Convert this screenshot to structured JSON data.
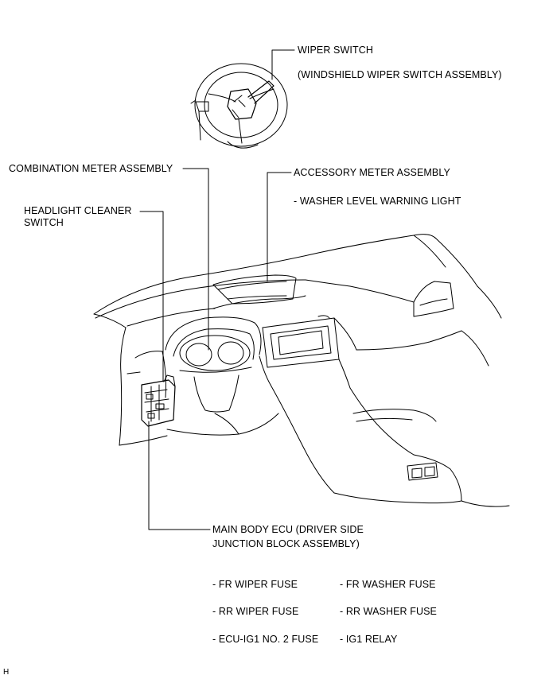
{
  "labels": {
    "wiper_switch": "WIPER SWITCH",
    "wiper_switch_sub": "(WINDSHIELD WIPER SWITCH ASSEMBLY)",
    "combination_meter": "COMBINATION METER ASSEMBLY",
    "accessory_meter": "ACCESSORY METER ASSEMBLY",
    "washer_level_light": "- WASHER LEVEL WARNING LIGHT",
    "headlight_cleaner_1": "HEADLIGHT CLEANER",
    "headlight_cleaner_2": "SWITCH",
    "main_body_ecu_1": "MAIN BODY ECU (DRIVER SIDE",
    "main_body_ecu_2": "JUNCTION BLOCK ASSEMBLY)"
  },
  "fuses": {
    "fr_wiper": "- FR WIPER FUSE",
    "fr_washer": "- FR WASHER FUSE",
    "rr_wiper": "- RR WIPER FUSE",
    "rr_washer": "- RR WASHER FUSE",
    "ecu_ig1": "- ECU-IG1 NO. 2 FUSE",
    "ig1_relay": "- IG1 RELAY"
  },
  "corner_mark": "H"
}
